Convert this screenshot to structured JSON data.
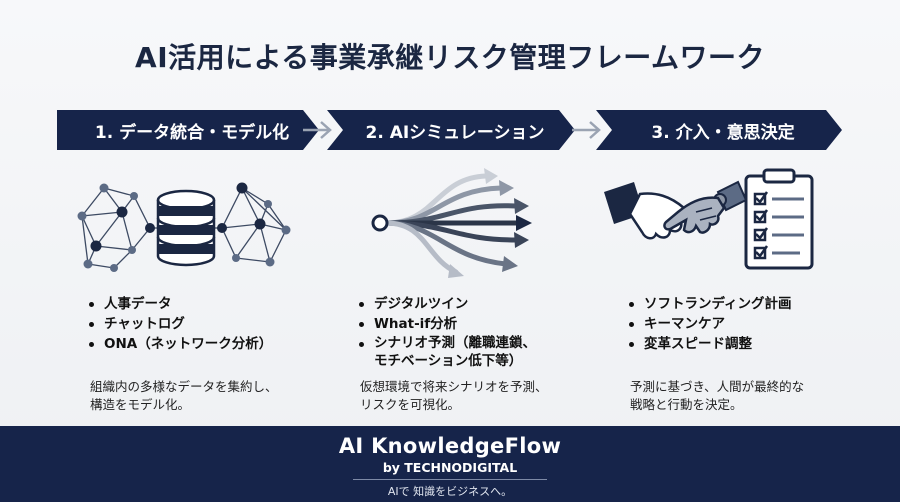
{
  "title": "AI活用による事業承継リスク管理フレームワーク",
  "steps": [
    {
      "label": "1. データ統合・モデル化",
      "icon": "network-database-icon",
      "items": [
        "人事データ",
        "チャットログ",
        "ONA（ネットワーク分析）"
      ],
      "description": "組織内の多様なデータを集約し、\n構造をモデル化。"
    },
    {
      "label": "2. AIシミュレーション",
      "icon": "branching-arrows-icon",
      "items": [
        "デジタルツイン",
        "What-if分析",
        "シナリオ予測（離職連鎖、\nモチベーション低下等）"
      ],
      "description": "仮想環境で将来シナリオを予測、\nリスクを可視化。"
    },
    {
      "label": "3. 介入・意思決定",
      "icon": "handshake-checklist-icon",
      "items": [
        "ソフトランディング計画",
        "キーマンケア",
        "変革スピード調整"
      ],
      "description": "予測に基づき、人間が最終的な\n戦略と行動を決定。"
    }
  ],
  "footer": {
    "brand": "AI KnowledgeFlow",
    "sub": "by TECHNODIGITAL",
    "tagline": "AIで 知識をビジネスへ。"
  },
  "colors": {
    "navy": "#16244a",
    "background": "#f2f4f7"
  }
}
